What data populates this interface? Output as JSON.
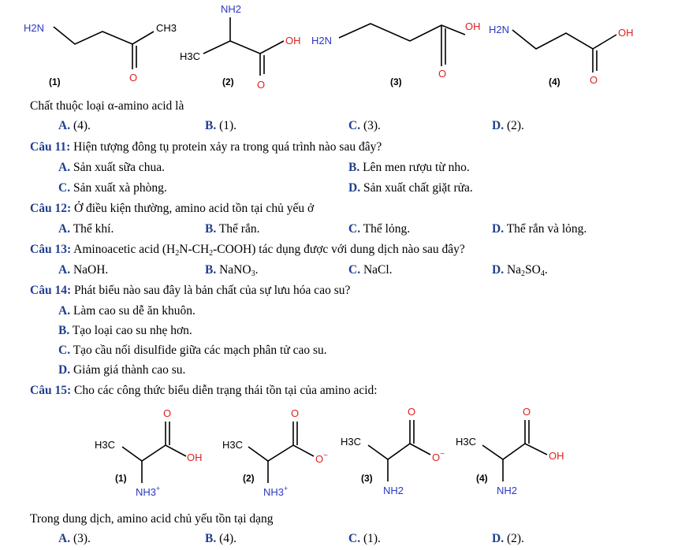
{
  "top_structures": {
    "labels": [
      "(1)",
      "(2)",
      "(3)",
      "(4)"
    ],
    "groups": {
      "nh2": "NH2",
      "ch3": "CH3",
      "h3c": "H3C",
      "h2n": "H2N",
      "oh": "OH",
      "o": "O"
    }
  },
  "q10": {
    "stem": "Chất thuộc loại α-amino acid là",
    "options": [
      {
        "letter": "A.",
        "text": "(4)."
      },
      {
        "letter": "B.",
        "text": "(1)."
      },
      {
        "letter": "C.",
        "text": "(3)."
      },
      {
        "letter": "D.",
        "text": "(2)."
      }
    ]
  },
  "q11": {
    "label": "Câu 11:",
    "stem": "Hiện tượng đông tụ protein xảy ra trong quá trình nào sau đây?",
    "options": [
      {
        "letter": "A.",
        "text": "Sản xuất sữa chua."
      },
      {
        "letter": "B.",
        "text": "Lên men rượu từ nho."
      },
      {
        "letter": "C.",
        "text": "Sản xuất xà phòng."
      },
      {
        "letter": "D.",
        "text": "Sản xuất chất giặt rửa."
      }
    ]
  },
  "q12": {
    "label": "Câu 12:",
    "stem": "Ở điều kiện thường, amino acid tồn tại chủ yếu ở",
    "options": [
      {
        "letter": "A.",
        "text": "Thể khí."
      },
      {
        "letter": "B.",
        "text": "Thể rắn."
      },
      {
        "letter": "C.",
        "text": "Thể lỏng."
      },
      {
        "letter": "D.",
        "text": "Thể rắn và lỏng."
      }
    ]
  },
  "q13": {
    "label": "Câu 13:",
    "stem_a": "Aminoacetic acid (H",
    "stem_b": "N-CH",
    "stem_c": "-COOH) tác dụng được với dung dịch nào sau đây?",
    "sub2": "2",
    "sub3": "3",
    "sub4": "4",
    "options": [
      {
        "letter": "A.",
        "text": "NaOH."
      },
      {
        "letter": "B.",
        "text": "NaNO",
        "tail": "."
      },
      {
        "letter": "C.",
        "text": "NaCl."
      },
      {
        "letter": "D.",
        "text": "Na",
        "mid": "SO",
        "tail": "."
      }
    ]
  },
  "q14": {
    "label": "Câu 14:",
    "stem": "Phát biểu nào sau đây là bản chất của sự lưu hóa cao su?",
    "options": [
      {
        "letter": "A.",
        "text": "Làm cao su dễ ăn khuôn."
      },
      {
        "letter": "B.",
        "text": "Tạo loại cao su nhẹ hơn."
      },
      {
        "letter": "C.",
        "text": "Tạo cầu nối disulfide giữa các mạch phân tử cao su."
      },
      {
        "letter": "D.",
        "text": "Giảm giá thành cao su."
      }
    ]
  },
  "q15": {
    "label": "Câu 15:",
    "stem": "Cho các công thức biểu diễn trạng thái tồn tại của amino acid:",
    "structure_labels": [
      "(1)",
      "(2)",
      "(3)",
      "(4)"
    ],
    "groups": {
      "h3c": "H3C",
      "oh": "OH",
      "o": "O",
      "o_minus": "O",
      "nh3plus": "NH3",
      "nh2": "NH2"
    },
    "follow": "Trong dung dịch, amino acid chủ yếu tồn tại dạng",
    "options": [
      {
        "letter": "A.",
        "text": "(3)."
      },
      {
        "letter": "B.",
        "text": "(4)."
      },
      {
        "letter": "C.",
        "text": "(1)."
      },
      {
        "letter": "D.",
        "text": "(2)."
      }
    ]
  },
  "colors": {
    "accent": "#1f3f8f",
    "oxygen": "#e01f1f",
    "nitrogen": "#2b38c4"
  }
}
